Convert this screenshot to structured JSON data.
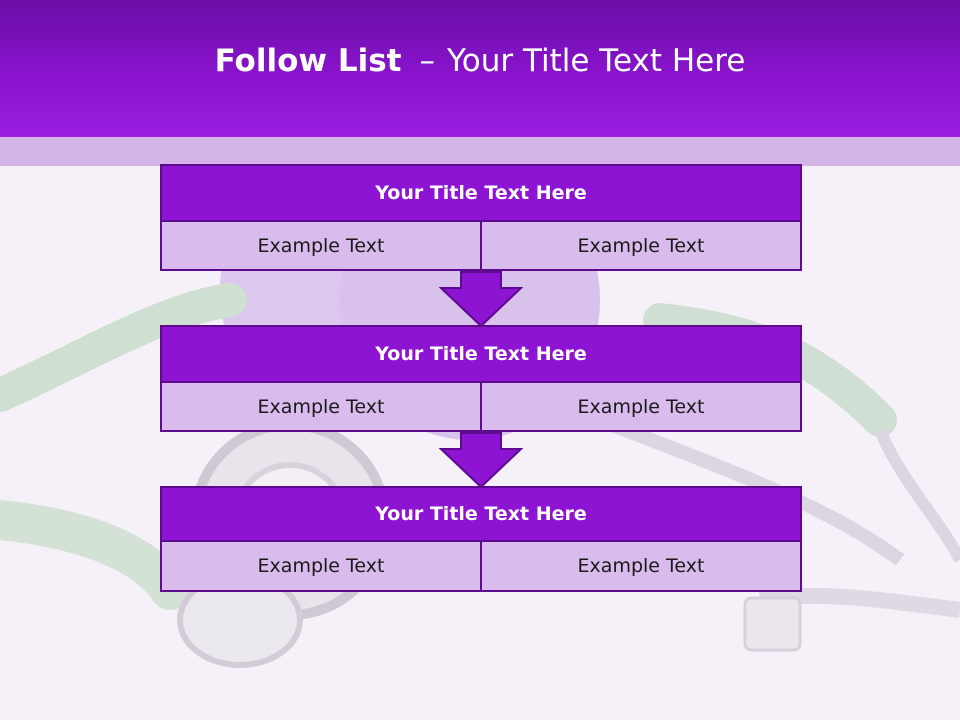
{
  "header": {
    "title_bold": "Follow List",
    "title_dash": "–",
    "title_rest": "Your Title Text Here"
  },
  "blocks": [
    {
      "title": "Your Title Text Here",
      "cells": [
        "Example Text",
        "Example Text"
      ]
    },
    {
      "title": "Your Title Text Here",
      "cells": [
        "Example Text",
        "Example Text"
      ]
    },
    {
      "title": "Your Title Text Here",
      "cells": [
        "Example Text",
        "Example Text"
      ]
    }
  ],
  "colors": {
    "header_purple": "#8c14d0",
    "title_bar_purple": "#8e14d3",
    "cell_lavender": "#d9bbed",
    "band_lavender": "#d3b5ea",
    "border_dark_purple": "#5d0a8f"
  },
  "background_image": "stethoscope-with-heart"
}
